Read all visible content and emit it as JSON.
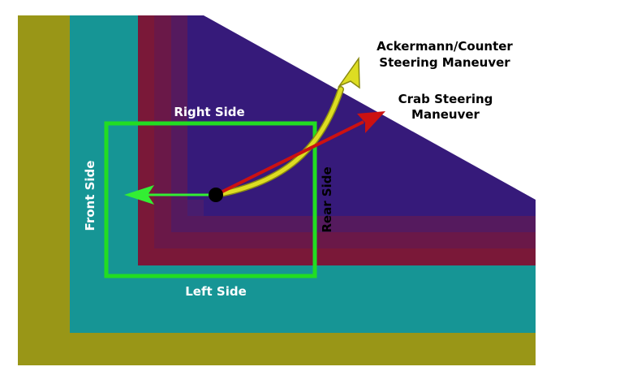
{
  "labels": {
    "right_side": "Right Side",
    "left_side": "Left Side",
    "front_side": "Front Side",
    "rear_side": "Rear Side",
    "ackermann_line1": "Ackermann/Counter",
    "ackermann_line2": "Steering Maneuver",
    "crab_line1": "Crab Steering",
    "crab_line2": "Maneuver"
  },
  "colors": {
    "olive": "#999617",
    "teal": "#169595",
    "maroon": "#7a1838",
    "purple_dark": "#6a1848",
    "purple_mid": "#551a5e",
    "violet": "#481d6e",
    "indigo": "#361a7a",
    "green_box": "#22dd22",
    "green_arrow": "#33ee33",
    "crab_arrow": "#cc1111",
    "ackermann_arrow": "#dddd22",
    "vehicle_dot": "#000000",
    "label_white": "#ffffff",
    "label_black": "#000000"
  },
  "icons": {
    "forward_arrow": "green-forward-arrow-icon",
    "crab_arrow": "red-crab-arrow-icon",
    "ackermann_arrow": "yellow-curved-arrow-icon",
    "vehicle": "vehicle-dot-icon"
  }
}
